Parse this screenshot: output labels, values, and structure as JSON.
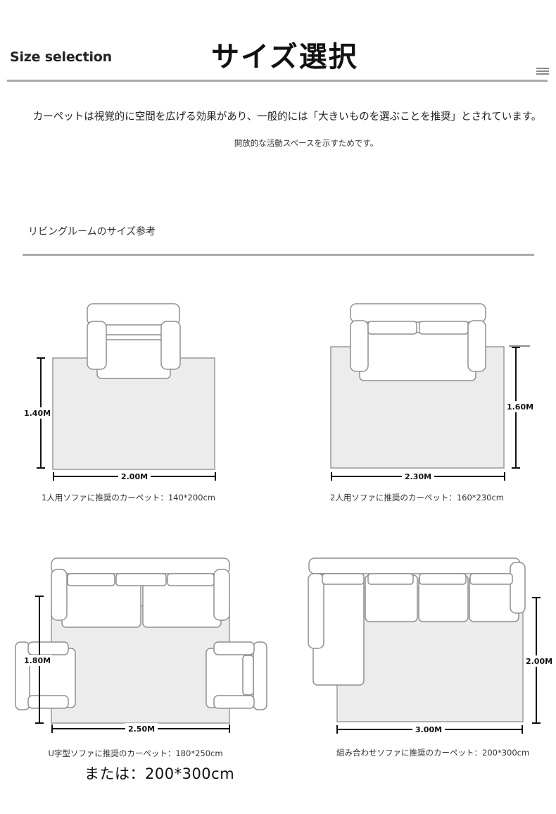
{
  "header": {
    "title_en": "Size selection",
    "title_jp": "サイズ選択"
  },
  "intro": {
    "line1": "カーペットは視覚的に空間を広げる効果があり、一般的には「大きいものを選ぶことを推奨」とされています。",
    "line2": "開放的な活動スペースを示すためです。"
  },
  "section": {
    "title": "リビングルームのサイズ参考"
  },
  "diagrams": [
    {
      "id": "one-seat",
      "width_label": "2.00M",
      "height_label": "1.40M",
      "caption": "1人用ソファに推奨のカーペット：140*200cm"
    },
    {
      "id": "two-seat",
      "width_label": "2.30M",
      "height_label": "1.60M",
      "caption": "2人用ソファに推奨のカーペット：160*230cm"
    },
    {
      "id": "u-shape",
      "width_label": "2.50M",
      "height_label": "1.80M",
      "caption": "U字型ソファに推奨のカーペット：180*250cm"
    },
    {
      "id": "combination",
      "width_label": "3.00M",
      "height_label": "2.00M",
      "caption": "組み合わせソファに推奨のカーペット：200*300cm"
    }
  ],
  "alternative": "または：200*300cm",
  "colors": {
    "rug_fill": "#ececec",
    "rug_stroke": "#9a9a9a",
    "sofa_stroke": "#8f8f8f",
    "dimension": "#111111",
    "divider": "#aaaaaa"
  },
  "icons": {
    "menu": "menu-icon"
  }
}
